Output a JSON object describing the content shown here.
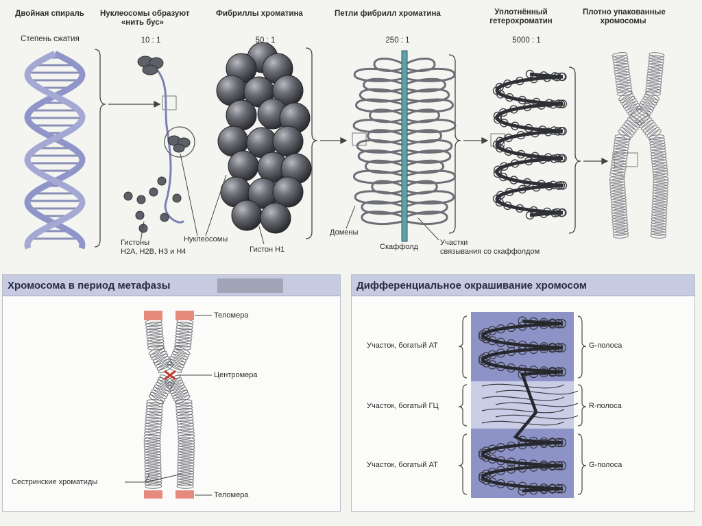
{
  "top": {
    "headings": [
      {
        "line1": "Двойная спираль",
        "line2": ""
      },
      {
        "line1": "Нуклеосомы образуют",
        "line2": "«нить бус»"
      },
      {
        "line1": "Фибриллы хроматина",
        "line2": ""
      },
      {
        "line1": "Петли фибрилл хроматина",
        "line2": ""
      },
      {
        "line1": "Уплотнённый",
        "line2": "гетерохроматин"
      },
      {
        "line1": "Плотно упакованные",
        "line2": "хромосомы"
      }
    ],
    "compression_label": "Степень сжатия",
    "ratios": [
      "10 : 1",
      "50 : 1",
      "250 : 1",
      "5000 : 1"
    ],
    "labels": {
      "histones_line1": "Гистоны",
      "histones_line2": "H2A, H2B, H3 и H4",
      "nucleosomes": "Нуклеосомы",
      "histone_h1": "Гистон H1",
      "domains": "Домены",
      "scaffold": "Скаффолд",
      "binding_line1": "Участки",
      "binding_line2": "связывания со скаффолдом"
    }
  },
  "metaphase": {
    "title": "Хромосома в период метафазы",
    "telomere_top": "Теломера",
    "centromere": "Центромера",
    "sister_chromatids": "Сестринские хроматиды",
    "telomere_bottom": "Теломера"
  },
  "differential": {
    "title": "Дифференциальное окрашивание хромосом",
    "left": [
      "Участок, богатый АТ",
      "Участок, богатый ГЦ",
      "Участок, богатый АТ"
    ],
    "right": [
      "G-полоса",
      "R-полоса",
      "G-полоса"
    ]
  },
  "colors": {
    "dna_strand": "#8f95c8",
    "nucleosome": "#5b5e66",
    "scaffold": "#5fa0a6",
    "band_g": "#8d93c6",
    "band_r": "#c9cde6",
    "telomere": "#e58a7d",
    "centromere": "#c0392b",
    "header_bar": "#c7cbe2"
  }
}
